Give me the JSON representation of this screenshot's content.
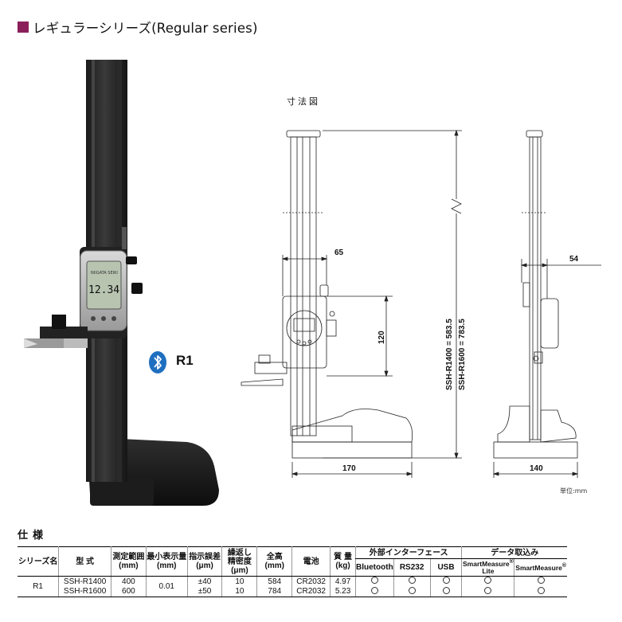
{
  "header": {
    "title": "レギュラーシリーズ(Regular series)"
  },
  "photo": {
    "display_value": "12.34",
    "brand_label": "NIIGATA SEIKI"
  },
  "model": {
    "label": "R1",
    "icon": "bluetooth-icon"
  },
  "drawing": {
    "title": "寸法図",
    "dim_65": "65",
    "dim_120": "120",
    "dim_170": "170",
    "dim_54": "54",
    "dim_140": "140",
    "height_r1400": "SSH-R1400 = 583.5",
    "height_r1600": "SSH-R1600 = 783.5",
    "unit": "単位:mm"
  },
  "spec": {
    "title": "仕様",
    "headers": {
      "series": "シリーズ名",
      "model": "型 式",
      "range": "測定範囲",
      "range_unit": "(mm)",
      "resolution": "最小表示量",
      "resolution_unit": "(mm)",
      "error": "指示誤差",
      "error_unit": "(μm)",
      "repeat_1": "繰返し",
      "repeat_2": "精密度",
      "repeat_unit": "(μm)",
      "total_height": "全高",
      "total_height_unit": "(mm)",
      "battery": "電池",
      "mass": "質 量",
      "mass_unit": "(kg)",
      "interface_group": "外部インターフェース",
      "bluetooth": "Bluetooth",
      "rs232": "RS232",
      "usb": "USB",
      "data_group": "データ取込み",
      "smartmeasure_lite_1": "SmartMeasure",
      "smartmeasure_lite_2": "Lite",
      "smartmeasure": "SmartMeasure",
      "reg_mark": "®"
    },
    "series_name": "R1",
    "resolution": "0.01",
    "rows": [
      {
        "model": "SSH-R1400",
        "range": "400",
        "error": "±40",
        "repeat": "10",
        "total": "584",
        "battery": "CR2032",
        "mass": "4.97"
      },
      {
        "model": "SSH-R1600",
        "range": "600",
        "error": "±50",
        "repeat": "10",
        "total": "784",
        "battery": "CR2032",
        "mass": "5.23"
      }
    ]
  },
  "colors": {
    "accent_square": "#8a1f5a",
    "bluetooth": "#1f6fc0"
  }
}
